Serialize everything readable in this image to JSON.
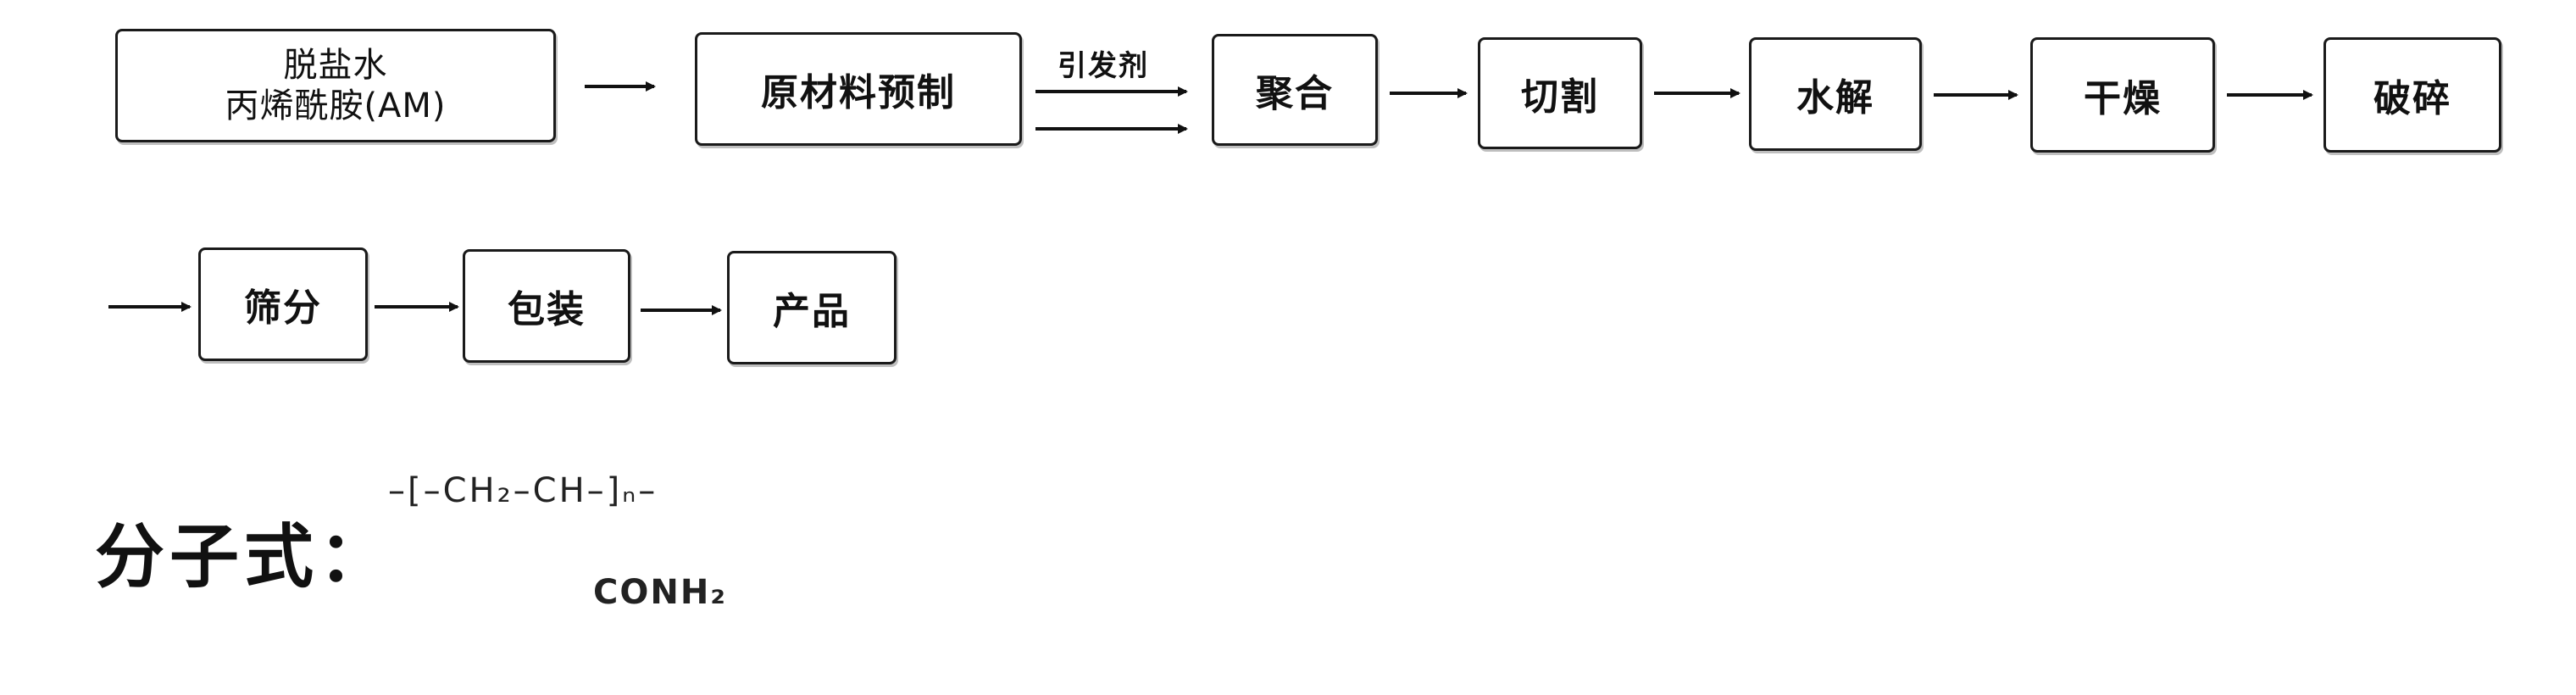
{
  "flow": {
    "inputs": {
      "line1": "脱盐水",
      "line2": "丙烯酰胺(AM)"
    },
    "steps": [
      {
        "id": "prep",
        "label": "原材料预制"
      },
      {
        "id": "polymerize",
        "label": "聚合"
      },
      {
        "id": "cut",
        "label": "切割"
      },
      {
        "id": "hydrolyze",
        "label": "水解"
      },
      {
        "id": "dry",
        "label": "干燥"
      },
      {
        "id": "crush",
        "label": "破碎"
      },
      {
        "id": "sieve",
        "label": "筛分"
      },
      {
        "id": "pack",
        "label": "包装"
      },
      {
        "id": "product",
        "label": "产品"
      }
    ],
    "initiator_label": "引发剂"
  },
  "formula": {
    "label": "分子式：",
    "chain": "–[–CH₂–CH–]ₙ–",
    "side_group": "CONH₂"
  }
}
